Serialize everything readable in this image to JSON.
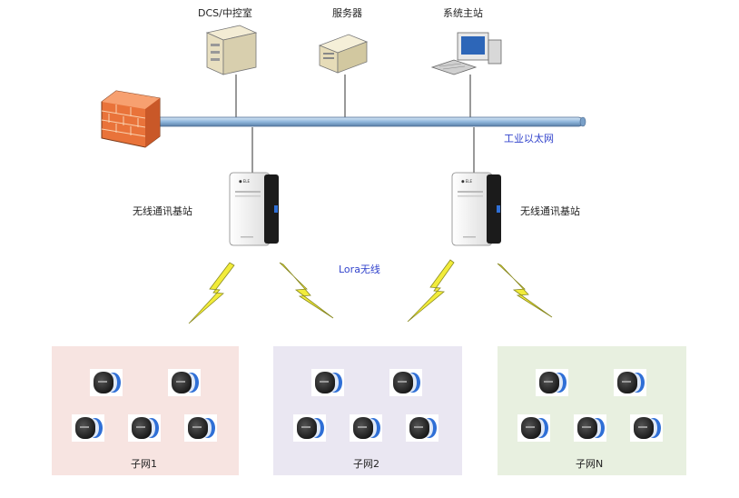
{
  "top_devices": [
    {
      "label": "DCS/中控室",
      "icon": "dcs-cabinet-icon"
    },
    {
      "label": "服务器",
      "icon": "server-icon"
    },
    {
      "label": "系统主站",
      "icon": "workstation-icon"
    }
  ],
  "network": {
    "label": "工业以太网",
    "firewall_icon": "firewall-icon"
  },
  "base_stations": [
    {
      "label": "无线通讯基站",
      "icon": "base-station-icon"
    },
    {
      "label": "无线通讯基站",
      "icon": "base-station-icon"
    }
  ],
  "wireless": {
    "label": "Lora无线",
    "icon": "lightning-icon"
  },
  "subnets": [
    {
      "label": "子网1",
      "color": "#f7e4e1",
      "sensors": 5
    },
    {
      "label": "子网2",
      "color": "#eae7f2",
      "sensors": 5
    },
    {
      "label": "子网N",
      "color": "#e8f0e0",
      "sensors": 5
    }
  ],
  "colors": {
    "bus": "#a8c8e8",
    "bolt": "#f2ec3a",
    "sensor_accent": "#2f6fd6"
  }
}
